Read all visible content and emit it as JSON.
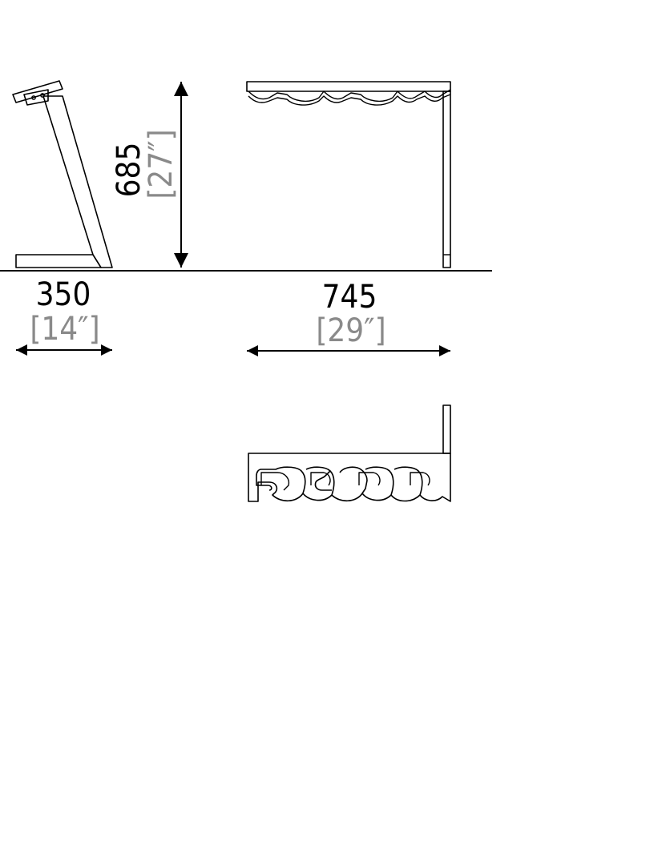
{
  "dimensions": {
    "height": {
      "mm": "685",
      "inches": "[27″]"
    },
    "depth": {
      "mm": "350",
      "inches": "[14″]"
    },
    "width": {
      "mm": "745",
      "inches": "[29″]"
    }
  },
  "colors": {
    "line": "#000000",
    "inch_text": "#8a8a8a",
    "background": "#ffffff"
  }
}
